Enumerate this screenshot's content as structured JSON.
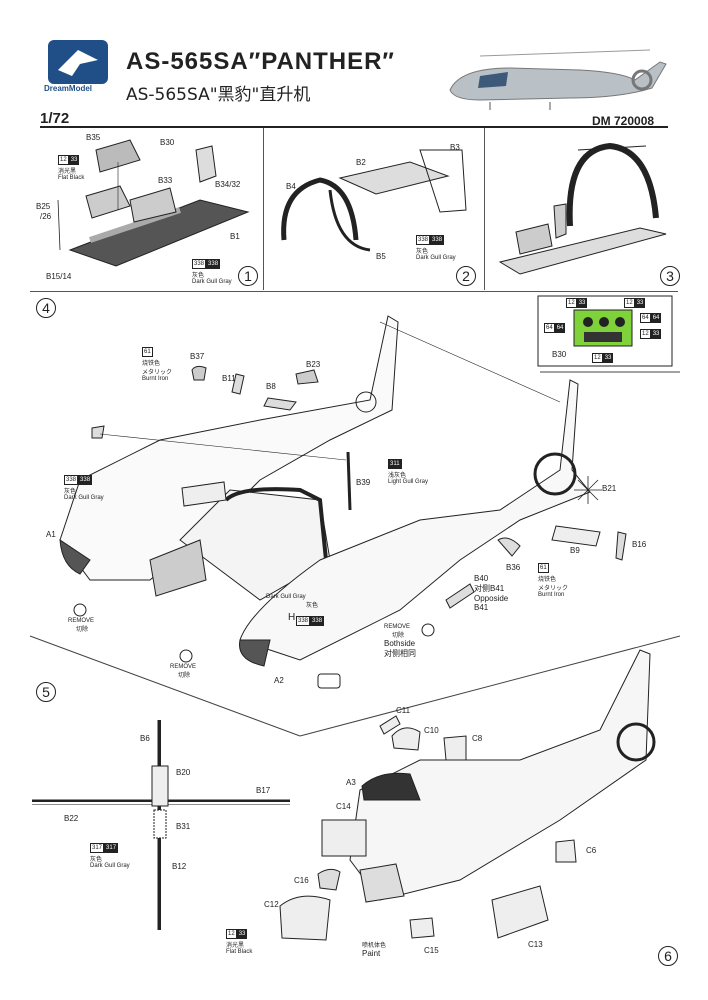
{
  "header": {
    "brand": "DreamModel",
    "title": "AS-565SA″PANTHER″",
    "subtitle": "AS-565SA\"黑豹\"直升机",
    "scale": "1/72",
    "code": "DM 720008"
  },
  "steps": [
    "1",
    "2",
    "3",
    "4",
    "5",
    "6"
  ],
  "step1": {
    "parts": [
      "B35",
      "B30",
      "B33",
      "B34/32",
      "B25",
      "/26",
      "B1",
      "B15/14"
    ],
    "paint1": {
      "codes": [
        "12",
        "33"
      ],
      "cn": "消光黑",
      "en": "Flat Black"
    },
    "paint2": {
      "codes": [
        "338",
        "338"
      ],
      "cn": "灰色",
      "en": "Dark Gull Gray"
    }
  },
  "step2": {
    "parts": [
      "B2",
      "B3",
      "B4",
      "B5"
    ],
    "paint": {
      "codes": [
        "338",
        "338"
      ],
      "cn": "灰色",
      "en": "Dark Gull Gray"
    }
  },
  "step4": {
    "parts": [
      "B37",
      "B23",
      "B11",
      "B8",
      "B39",
      "B21",
      "B36",
      "B9",
      "B16",
      "A1",
      "A2",
      "H",
      "B40",
      "B41"
    ],
    "burnt1": {
      "codes": [
        "61"
      ],
      "cn": "烧铁色",
      "jp": "メタリック",
      "en": "Burnt Iron"
    },
    "burnt2": {
      "codes": [
        "61"
      ],
      "cn": "烧铁色",
      "jp": "メタリック",
      "en": "Burnt Iron"
    },
    "light": {
      "codes": [
        "311"
      ],
      "cn": "浅灰色",
      "en": "Light Gull Gray"
    },
    "dark": {
      "codes": [
        "338",
        "338"
      ],
      "cn": "灰色",
      "en": "Dark Gull Gray"
    },
    "dark2": {
      "en": "Dark Gull Gray",
      "cn": "灰色",
      "codes": [
        "338",
        "338"
      ]
    },
    "opposite": {
      "l1": "B40",
      "l2": "对侧B41",
      "l3": "Opposide",
      "l4": "B41"
    },
    "remove": {
      "en": "REMOVE",
      "cn": "切除"
    },
    "bothside": {
      "en": "Bothside",
      "cn": "对侧相同"
    }
  },
  "instrument": {
    "codes": [
      "12",
      "33",
      "12",
      "33",
      "64",
      "64",
      "64",
      "64",
      "12",
      "33",
      "12",
      "33"
    ],
    "part": "B30"
  },
  "step5": {
    "parts": [
      "B6",
      "B20",
      "B17",
      "B22",
      "B31",
      "B12"
    ],
    "paint": {
      "codes": [
        "317",
        "317"
      ],
      "cn": "灰色",
      "en": "Dark Gull Gray"
    }
  },
  "step6": {
    "parts": [
      "C11",
      "C10",
      "C8",
      "A3",
      "C14",
      "C6",
      "C16",
      "C12",
      "C15",
      "C13"
    ],
    "black": {
      "codes": [
        "12",
        "33"
      ],
      "cn": "消光黑",
      "en": "Flat Black"
    },
    "paint": {
      "cn": "喷机体色",
      "en": "Paint"
    }
  },
  "colors": {
    "brand": "#1f4f86",
    "accent_green": "#7fd23a",
    "line": "#333333"
  }
}
